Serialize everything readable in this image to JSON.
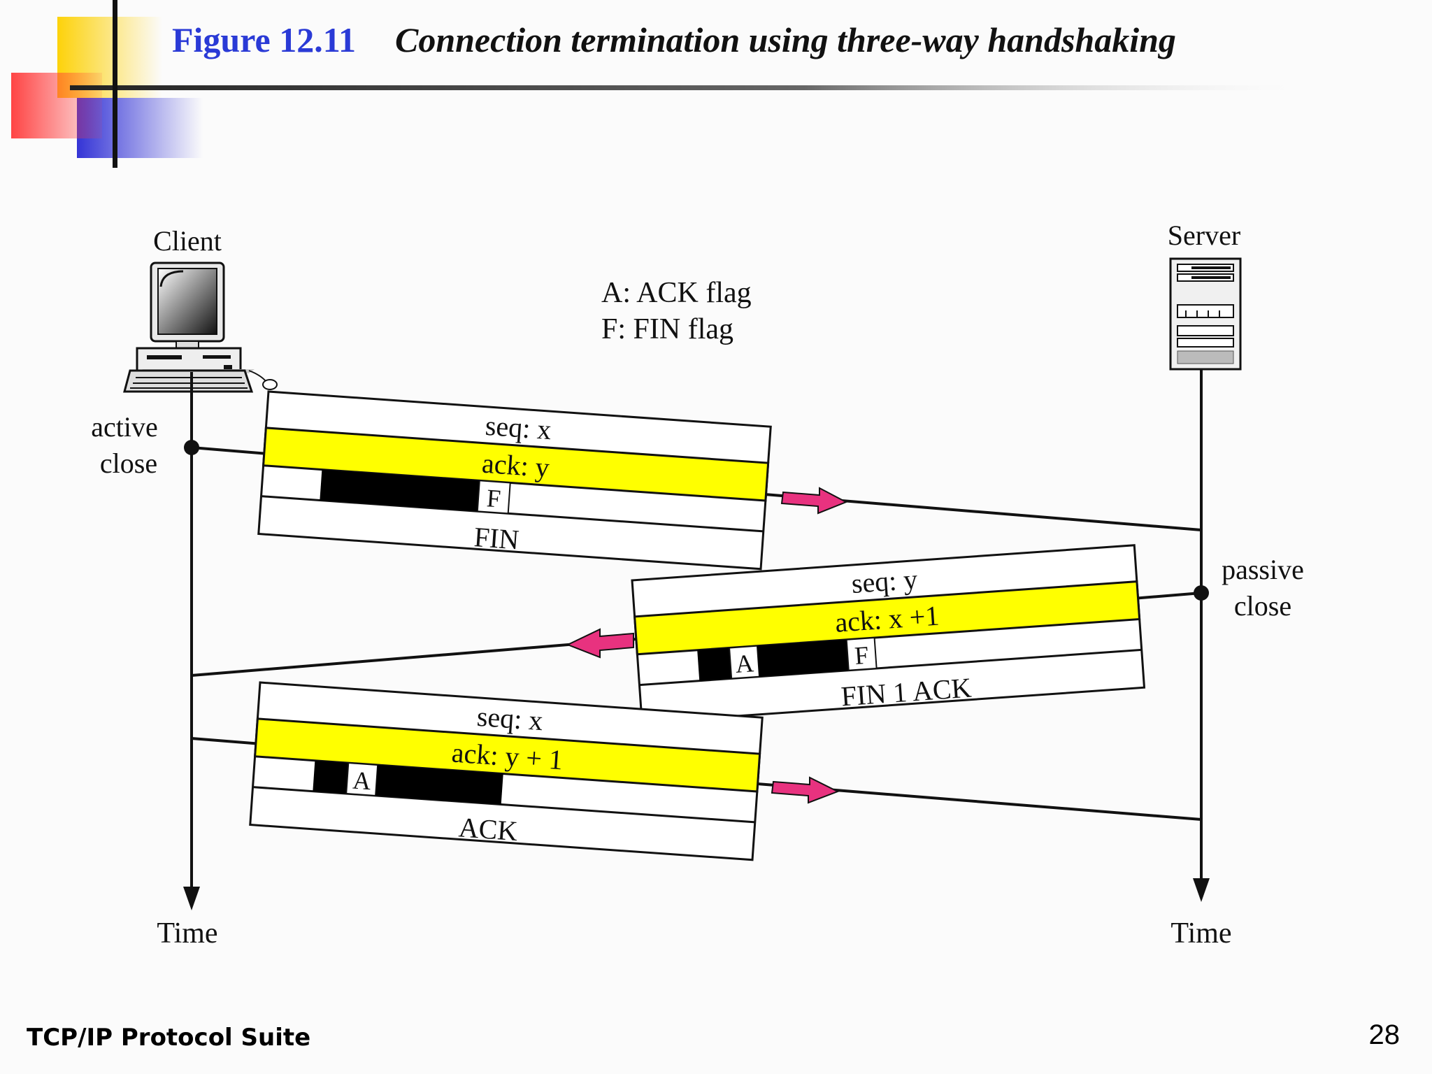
{
  "slide": {
    "figure_number": "Figure 12.11",
    "caption": "Connection termination using three-way handshaking",
    "footer": "TCP/IP Protocol Suite",
    "page_number": "28"
  },
  "diagram": {
    "client_label": "Client",
    "server_label": "Server",
    "legend": [
      "A: ACK flag",
      "F: FIN flag"
    ],
    "client_event": [
      "active",
      "close"
    ],
    "server_event": [
      "passive",
      "close"
    ],
    "time_label_client": "Time",
    "time_label_server": "Time",
    "segments": [
      {
        "seq": "seq: x",
        "ack": "ack: y",
        "flags": [
          "F"
        ],
        "name": "FIN"
      },
      {
        "seq": "seq: y",
        "ack": "ack: x +1",
        "flags": [
          "A",
          "F"
        ],
        "name": "FIN 1 ACK"
      },
      {
        "seq": "seq: x",
        "ack": "ack: y + 1",
        "flags": [
          "A"
        ],
        "name": "ACK"
      }
    ]
  },
  "colors": {
    "title_blue": "#2a3ad6",
    "highlight_yellow": "#ffff00",
    "arrow_magenta": "#e8327f",
    "deco_yellow": "#fdd20a",
    "deco_red": "#ff4d4d",
    "deco_blue": "#3a3ad8"
  }
}
